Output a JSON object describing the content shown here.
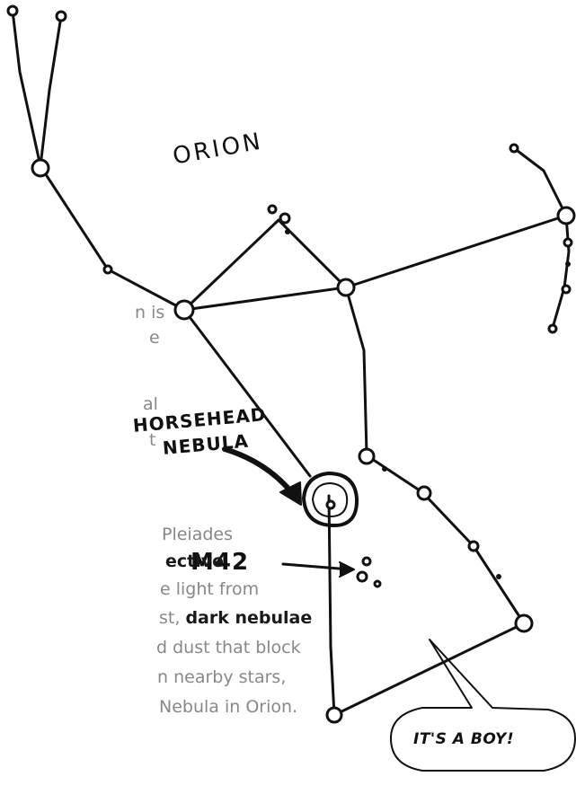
{
  "labels": {
    "constellation": "ORION",
    "nebula_line1": "HORSEHEAD",
    "nebula_line2": "NEBULA",
    "m42": "M42",
    "speech": "IT'S A BOY!"
  },
  "body_text": {
    "line1_end": "n is",
    "line2_end": "e",
    "line3_end": "al",
    "line4_end": "t",
    "line5_end": "Pleiades",
    "line6_bold": "ective",
    "line7_end": "e light from",
    "line8_pre": "st, ",
    "line8_bold": "dark nebulae",
    "line9_end": "d dust that block",
    "line10_end": "n nearby stars,",
    "line11_end": "Nebula in Orion."
  },
  "colors": {
    "ink": "#111111",
    "body_text": "#888888",
    "bold_text": "#1a1a1a"
  }
}
